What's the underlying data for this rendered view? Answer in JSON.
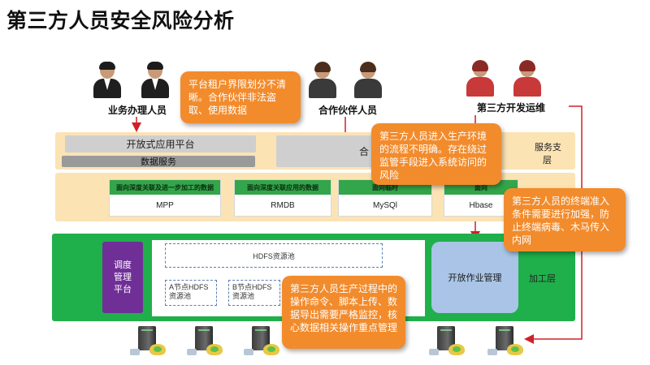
{
  "title": "第三方人员安全风险分析",
  "roles": {
    "business": "业务办理人员",
    "partner": "合作伙伴人员",
    "third_party": "第三方开发运维"
  },
  "top_layer": {
    "open_app_platform": "开放式应用平台",
    "data_service": "数据服务",
    "middle_box_partial": "合",
    "service_support_partial_1": "服务支",
    "service_support_partial_2": "层"
  },
  "data_layer": {
    "cards": [
      {
        "header": "面向深度关联及进一步加工的数据",
        "name": "MPP"
      },
      {
        "header": "面向深度关联应用的数据",
        "name": "RMDB"
      },
      {
        "header": "面向临时",
        "name": "MySQl"
      },
      {
        "header": "面向",
        "name": "Hbase"
      }
    ]
  },
  "processing_layer": {
    "scheduler": "调度\n管理\n平台",
    "hdfs_pool": "HDFS资源池",
    "node_a": "A节点HDFS\n资源池",
    "node_b": "B节点HDFS\n资源池",
    "open_job_mgmt": "开放作业管理",
    "layer_name": "加工层"
  },
  "callouts": {
    "c1": "平台租户界限划分不清晰。合作伙伴非法盗取、使用数据",
    "c2": "第三方人员进入生产环境的流程不明确。存在绕过监管手段进入系统访问的风险",
    "c3": "第三方人员的终端准入条件需要进行加强，防止终端病毒、木马传入内网",
    "c4": "第三方人员生产过程中的操作命令、脚本上传、数据导出需要严格监控，核心数据相关操作重点管理"
  },
  "colors": {
    "callout": "#f28b2c",
    "layer_bg": "#fbe3b4",
    "green_layer": "#1fb04b",
    "card_header": "#33a54a",
    "purple": "#6f2f97",
    "blue": "#a9c4e6",
    "arrow": "#d0202a"
  },
  "icons": [
    "person-icon",
    "server-icon"
  ]
}
